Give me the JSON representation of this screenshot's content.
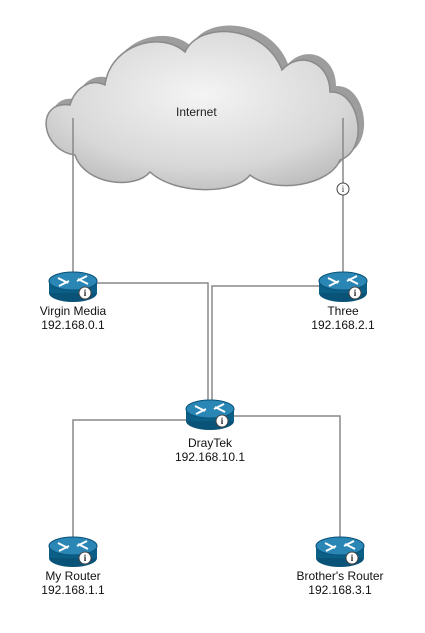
{
  "cloud": {
    "label": "Internet"
  },
  "nodes": {
    "virgin": {
      "name": "Virgin Media",
      "ip": "192.168.0.1"
    },
    "three": {
      "name": "Three",
      "ip": "192.168.2.1"
    },
    "draytek": {
      "name": "DrayTek",
      "ip": "192.168.10.1"
    },
    "myrouter": {
      "name": "My Router",
      "ip": "192.168.1.1"
    },
    "brother": {
      "name": "Brother's Router",
      "ip": "192.168.3.1"
    }
  },
  "colors": {
    "router_body": "#0b5f86",
    "router_top": "#1f7fae",
    "link": "#888888",
    "cloud_fill": "#d9d9d9",
    "cloud_stroke": "#8a8a8a"
  }
}
